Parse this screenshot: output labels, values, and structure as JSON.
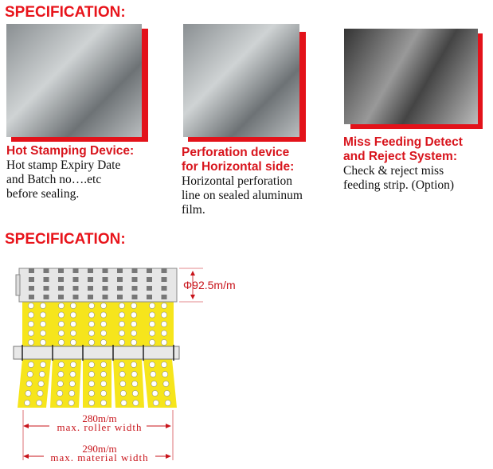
{
  "heading1": "SPECIFICATION:",
  "heading2": "SPECIFICATION:",
  "features": [
    {
      "title": "Hot Stamping Device:",
      "desc": [
        "Hot stamp Expiry Date",
        "and Batch no….etc",
        "before sealing."
      ]
    },
    {
      "title": [
        "Perforation device",
        "for Horizontal side:"
      ],
      "desc": [
        "Horizontal perforation",
        "line on sealed aluminum",
        "film."
      ]
    },
    {
      "title": [
        "Miss Feeding Detect",
        "and Reject System:"
      ],
      "desc": [
        "Check & reject miss",
        "feeding strip. (Option)"
      ]
    }
  ],
  "diagram": {
    "diameter": "Φ92.5m/m",
    "roller_width_value": "280m/m",
    "roller_width_label": "max. roller width",
    "material_width_value": "290m/m",
    "material_width_label": "max. material width",
    "colors": {
      "strip": "#f6e51c",
      "dim": "#c8141b"
    }
  }
}
